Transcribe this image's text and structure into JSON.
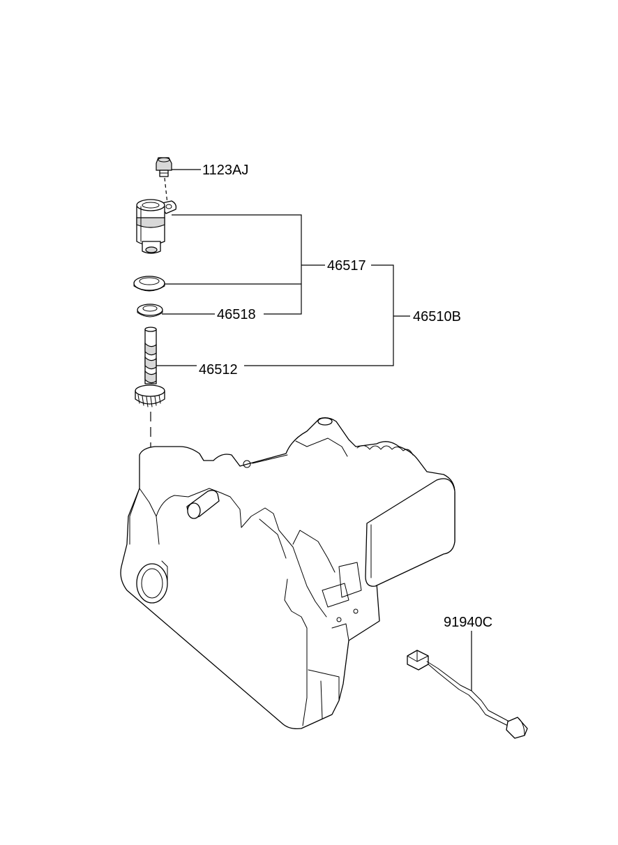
{
  "labels": {
    "bolt": "1123AJ",
    "sensor_assy": "46517",
    "o_ring": "46518",
    "driven_gear": "46512",
    "kit": "46510B",
    "harness": "91940C"
  }
}
